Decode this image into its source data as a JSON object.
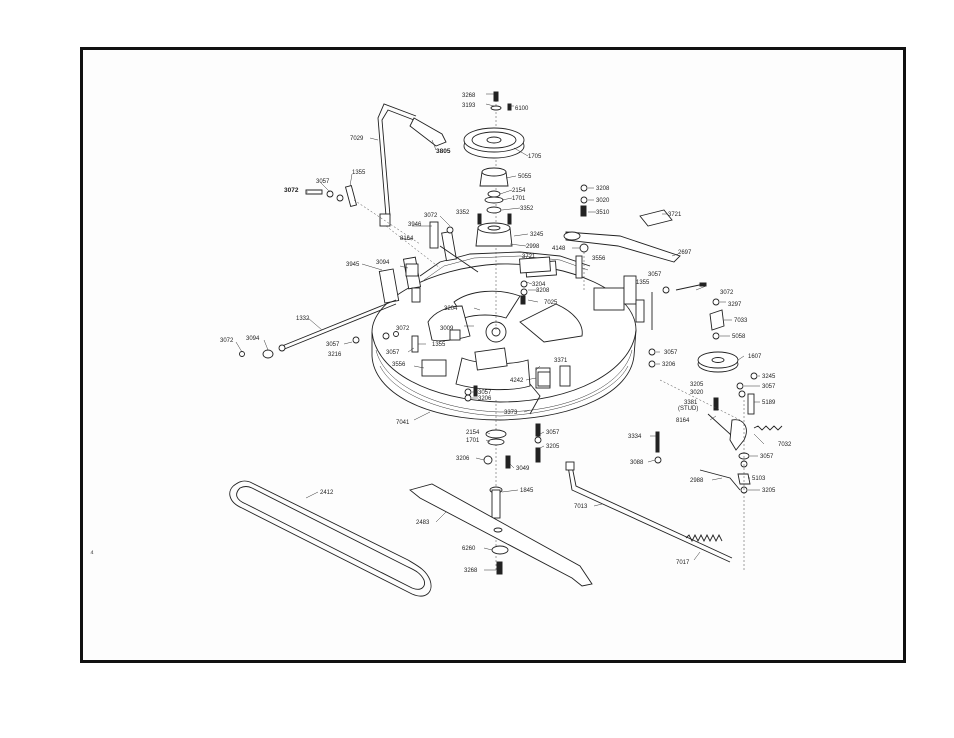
{
  "parts": [
    {
      "id": "p3268a",
      "label": "3268"
    },
    {
      "id": "p3193",
      "label": "3193"
    },
    {
      "id": "p6100",
      "label": "6100"
    },
    {
      "id": "p1705",
      "label": "1705"
    },
    {
      "id": "p7029",
      "label": "7029"
    },
    {
      "id": "p3805",
      "label": "3805"
    },
    {
      "id": "p3057a",
      "label": "3057"
    },
    {
      "id": "p1355a",
      "label": "1355"
    },
    {
      "id": "p3072a",
      "label": "3072"
    },
    {
      "id": "p5055",
      "label": "5055"
    },
    {
      "id": "p2154a",
      "label": "2154"
    },
    {
      "id": "p1701a",
      "label": "1701"
    },
    {
      "id": "p3352a",
      "label": "3352"
    },
    {
      "id": "p3352b",
      "label": "3352"
    },
    {
      "id": "p3208a",
      "label": "3208"
    },
    {
      "id": "p3020",
      "label": "3020"
    },
    {
      "id": "p3510",
      "label": "3510"
    },
    {
      "id": "p3721a",
      "label": "3721"
    },
    {
      "id": "p3946",
      "label": "3946"
    },
    {
      "id": "p3072b",
      "label": "3072"
    },
    {
      "id": "p3245a",
      "label": "3245"
    },
    {
      "id": "p8164a",
      "label": "8164"
    },
    {
      "id": "p2998",
      "label": "2998"
    },
    {
      "id": "p4148",
      "label": "4148"
    },
    {
      "id": "p2697",
      "label": "2697"
    },
    {
      "id": "p3945",
      "label": "3945"
    },
    {
      "id": "p3094a",
      "label": "3094"
    },
    {
      "id": "p3721b",
      "label": "3721"
    },
    {
      "id": "p3556a",
      "label": "3556"
    },
    {
      "id": "p3057b",
      "label": "3057"
    },
    {
      "id": "p3204a",
      "label": "3204"
    },
    {
      "id": "p3208b",
      "label": "3208"
    },
    {
      "id": "p1355b",
      "label": "1355"
    },
    {
      "id": "p3072c",
      "label": "3072"
    },
    {
      "id": "p7025",
      "label": "7025"
    },
    {
      "id": "p3297",
      "label": "3297"
    },
    {
      "id": "p1332",
      "label": "1332"
    },
    {
      "id": "p3204b",
      "label": "3204"
    },
    {
      "id": "p7033",
      "label": "7033"
    },
    {
      "id": "p3009",
      "label": "3009"
    },
    {
      "id": "p3072d",
      "label": "3072"
    },
    {
      "id": "p5058",
      "label": "5058"
    },
    {
      "id": "p3072e",
      "label": "3072"
    },
    {
      "id": "p3094b",
      "label": "3094"
    },
    {
      "id": "p3057c",
      "label": "3057"
    },
    {
      "id": "p1355c",
      "label": "1355"
    },
    {
      "id": "p3057d",
      "label": "3057"
    },
    {
      "id": "p3057e",
      "label": "3057"
    },
    {
      "id": "p1607",
      "label": "1607"
    },
    {
      "id": "p3216",
      "label": "3216"
    },
    {
      "id": "p3206a",
      "label": "3206"
    },
    {
      "id": "p3556b",
      "label": "3556"
    },
    {
      "id": "p3371",
      "label": "3371"
    },
    {
      "id": "p4242",
      "label": "4242"
    },
    {
      "id": "p3245b",
      "label": "3245"
    },
    {
      "id": "p3205a",
      "label": "3205"
    },
    {
      "id": "p3057f",
      "label": "3057"
    },
    {
      "id": "p3057g",
      "label": "3057"
    },
    {
      "id": "p3020b",
      "label": "3020"
    },
    {
      "id": "p3206b",
      "label": "3206"
    },
    {
      "id": "p3381",
      "label": "3381"
    },
    {
      "id": "pstud",
      "label": "(STUD)"
    },
    {
      "id": "p5189",
      "label": "5189"
    },
    {
      "id": "p3373",
      "label": "3373"
    },
    {
      "id": "p8164b",
      "label": "8164"
    },
    {
      "id": "p7041",
      "label": "7041"
    },
    {
      "id": "p2154b",
      "label": "2154"
    },
    {
      "id": "p3057h",
      "label": "3057"
    },
    {
      "id": "p3334",
      "label": "3334"
    },
    {
      "id": "p7032",
      "label": "7032"
    },
    {
      "id": "p1701b",
      "label": "1701"
    },
    {
      "id": "p3205b",
      "label": "3205"
    },
    {
      "id": "p3057i",
      "label": "3057"
    },
    {
      "id": "p3206c",
      "label": "3206"
    },
    {
      "id": "p3088",
      "label": "3088"
    },
    {
      "id": "p3049",
      "label": "3049"
    },
    {
      "id": "p2988",
      "label": "2988"
    },
    {
      "id": "p5103",
      "label": "5103"
    },
    {
      "id": "p3205c",
      "label": "3205"
    },
    {
      "id": "p1845",
      "label": "1845"
    },
    {
      "id": "p2412",
      "label": "2412"
    },
    {
      "id": "p7013",
      "label": "7013"
    },
    {
      "id": "p2483",
      "label": "2483"
    },
    {
      "id": "p6260",
      "label": "6260"
    },
    {
      "id": "p7017",
      "label": "7017"
    },
    {
      "id": "p3268b",
      "label": "3268"
    }
  ]
}
